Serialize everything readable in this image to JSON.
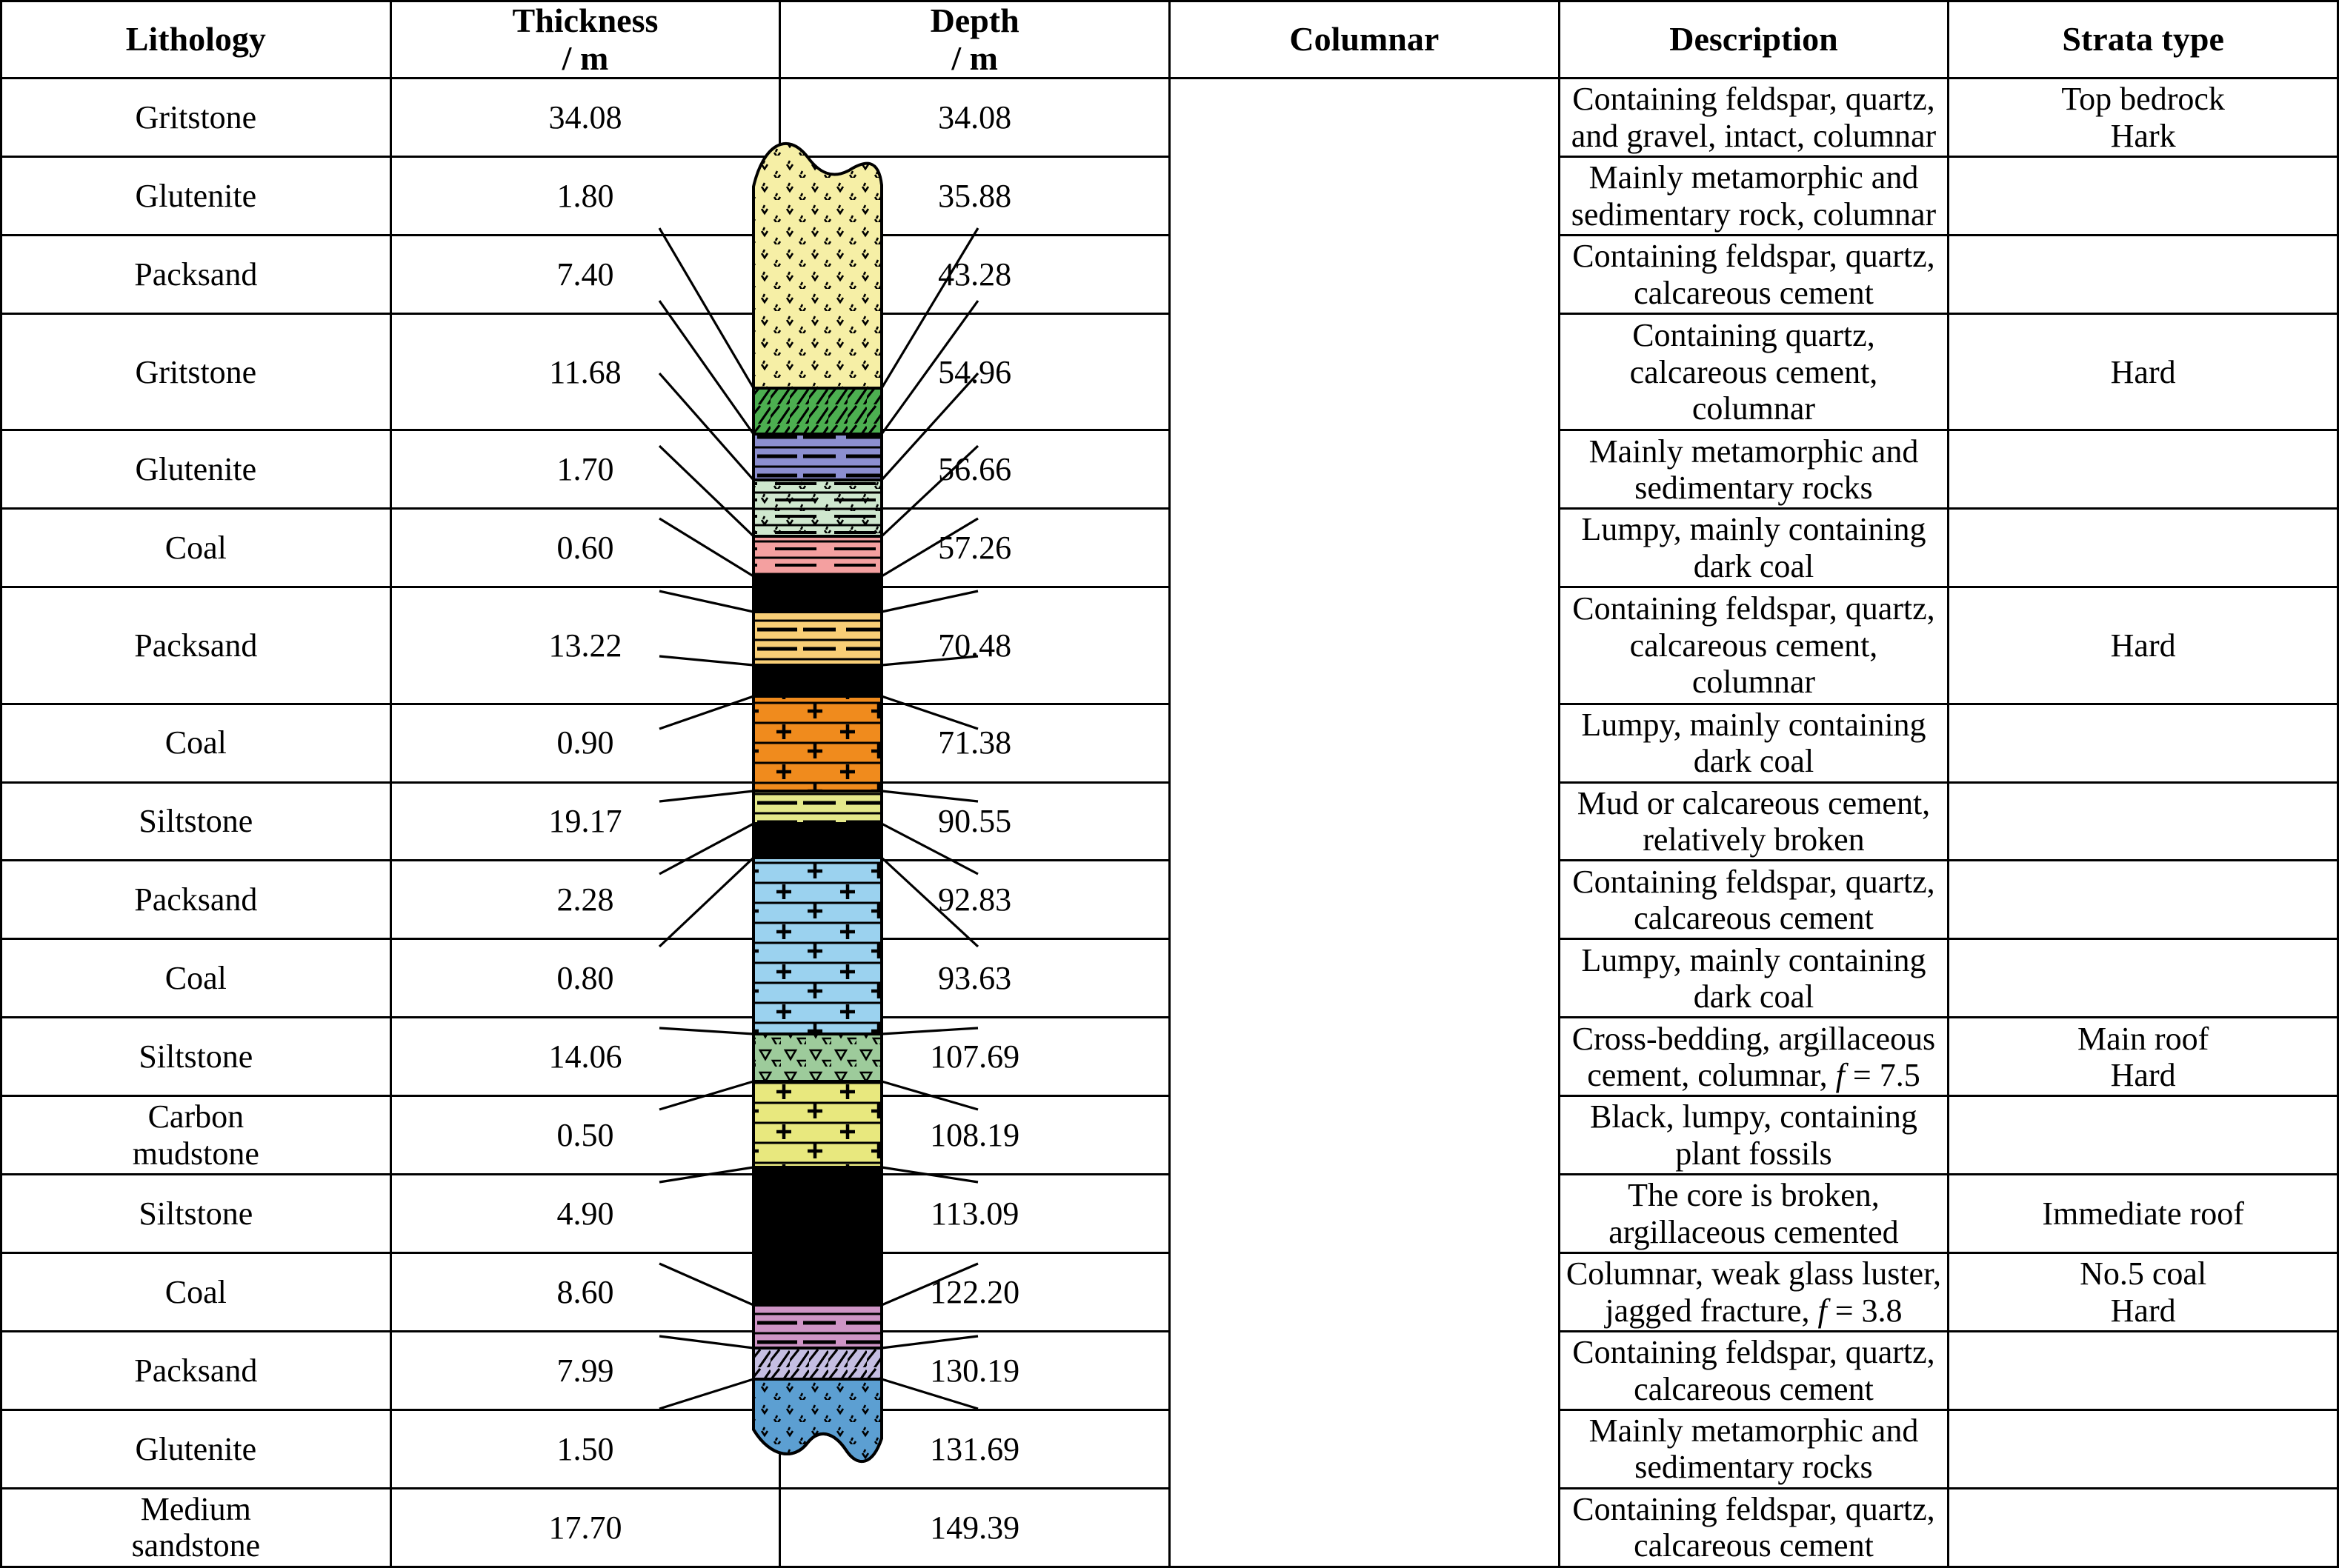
{
  "table": {
    "headers": [
      {
        "key": "lithology",
        "label": "Lithology"
      },
      {
        "key": "thickness",
        "label": "Thickness\n/ m",
        "line1": "Thickness",
        "line2": "/ m"
      },
      {
        "key": "depth",
        "label": "Depth\n/ m",
        "line1": "Depth",
        "line2": "/ m"
      },
      {
        "key": "columnar",
        "label": "Columnar"
      },
      {
        "key": "description",
        "label": "Description"
      },
      {
        "key": "strata",
        "label": "Strata type"
      }
    ],
    "rows": [
      {
        "lithology": "Gritstone",
        "thickness": "34.08",
        "depth": "34.08",
        "description": "Containing feldspar, quartz, and gravel, intact, columnar",
        "strata": "Top bedrock\nHark",
        "strata_l1": "Top bedrock",
        "strata_l2": "Hark"
      },
      {
        "lithology": "Glutenite",
        "thickness": "1.80",
        "depth": "35.88",
        "description": "Mainly metamorphic and sedimentary rock, columnar",
        "strata": ""
      },
      {
        "lithology": "Packsand",
        "thickness": "7.40",
        "depth": "43.28",
        "description": "Containing feldspar, quartz, calcareous cement",
        "strata": ""
      },
      {
        "lithology": "Gritstone",
        "thickness": "11.68",
        "depth": "54.96",
        "description": "Containing  quartz, calcareous cement, columnar",
        "strata": "Hard"
      },
      {
        "lithology": "Glutenite",
        "thickness": "1.70",
        "depth": "56.66",
        "description": "Mainly metamorphic and sedimentary rocks",
        "strata": ""
      },
      {
        "lithology": "Coal",
        "thickness": "0.60",
        "depth": "57.26",
        "description": "Lumpy, mainly containing dark coal",
        "strata": ""
      },
      {
        "lithology": "Packsand",
        "thickness": "13.22",
        "depth": "70.48",
        "description": "Containing feldspar, quartz, calcareous cement, columnar",
        "strata": "Hard"
      },
      {
        "lithology": "Coal",
        "thickness": "0.90",
        "depth": "71.38",
        "description": "Lumpy, mainly containing dark coal",
        "strata": ""
      },
      {
        "lithology": "Siltstone",
        "thickness": "19.17",
        "depth": "90.55",
        "description": "Mud or calcareous cement, relatively broken",
        "strata": ""
      },
      {
        "lithology": "Packsand",
        "thickness": "2.28",
        "depth": "92.83",
        "description": "Containing feldspar, quartz, calcareous cement",
        "strata": ""
      },
      {
        "lithology": "Coal",
        "thickness": "0.80",
        "depth": "93.63",
        "description": "Lumpy, mainly containing dark coal",
        "strata": ""
      },
      {
        "lithology": "Siltstone",
        "thickness": "14.06",
        "depth": "107.69",
        "description": "Cross-bedding, argillaceous cement, columnar, f = 7.5",
        "desc_pre": "Cross-bedding, argillaceous cement, columnar,",
        "desc_sym": "f",
        "desc_post": "= 7.5",
        "strata": "Main roof\nHard",
        "strata_l1": "Main roof",
        "strata_l2": "Hard"
      },
      {
        "lithology": "Carbon mudstone",
        "lith_l1": "Carbon",
        "lith_l2": "mudstone",
        "thickness": "0.50",
        "depth": "108.19",
        "description": "Black, lumpy, containing plant fossils",
        "strata": ""
      },
      {
        "lithology": "Siltstone",
        "thickness": "4.90",
        "depth": "113.09",
        "description": "The core is broken, argillaceous cemented",
        "strata": "Immediate roof"
      },
      {
        "lithology": "Coal",
        "thickness": "8.60",
        "depth": "122.20",
        "description": "Columnar, weak glass luster, jagged fracture,  f = 3.8",
        "desc_pre": "Columnar, weak glass luster, jagged fracture,",
        "desc_sym": "f",
        "desc_post": "= 3.8",
        "strata": "No.5 coal\nHard",
        "strata_l1": "No.5 coal",
        "strata_l2": "Hard"
      },
      {
        "lithology": "Packsand",
        "thickness": "7.99",
        "depth": "130.19",
        "description": "Containing feldspar, quartz, calcareous cement",
        "strata": ""
      },
      {
        "lithology": "Glutenite",
        "thickness": "1.50",
        "depth": "131.69",
        "description": "Mainly metamorphic and sedimentary rocks",
        "strata": ""
      },
      {
        "lithology": "Medium sandstone",
        "lith_l1": "Medium",
        "lith_l2": "sandstone",
        "thickness": "17.70",
        "depth": "149.39",
        "description": "Containing feldspar, quartz, calcareous cement",
        "strata": ""
      }
    ]
  },
  "chart_data": {
    "type": "table",
    "title": "Borehole stratigraphic column",
    "columns": [
      "Lithology",
      "Thickness / m",
      "Depth / m",
      "Columnar",
      "Description",
      "Strata type"
    ],
    "units": {
      "thickness": "m",
      "depth": "m"
    },
    "total_depth_m": 149.39,
    "layers": [
      {
        "index": 1,
        "lithology": "Gritstone",
        "thickness_m": 34.08,
        "depth_m": 34.08,
        "fill": "#F6EFA6",
        "pattern": "speckle",
        "strata": "Top bedrock Hark"
      },
      {
        "index": 2,
        "lithology": "Glutenite",
        "thickness_m": 1.8,
        "depth_m": 35.88,
        "fill": "#4CAF50",
        "pattern": "diagonal-hatch",
        "strata": ""
      },
      {
        "index": 3,
        "lithology": "Packsand",
        "thickness_m": 7.4,
        "depth_m": 43.28,
        "fill": "#8C8FD0",
        "pattern": "dashed-lines",
        "strata": ""
      },
      {
        "index": 4,
        "lithology": "Gritstone",
        "thickness_m": 11.68,
        "depth_m": 54.96,
        "fill": "#CFE7CE",
        "pattern": "speckle-lines",
        "strata": "Hard"
      },
      {
        "index": 5,
        "lithology": "Glutenite",
        "thickness_m": 1.7,
        "depth_m": 56.66,
        "fill": "#F4A0A0",
        "pattern": "lines",
        "strata": ""
      },
      {
        "index": 6,
        "lithology": "Coal",
        "thickness_m": 0.6,
        "depth_m": 57.26,
        "fill": "#000000",
        "pattern": "solid",
        "strata": ""
      },
      {
        "index": 7,
        "lithology": "Packsand",
        "thickness_m": 13.22,
        "depth_m": 70.48,
        "fill": "#F8CE76",
        "pattern": "dashed-lines",
        "strata": "Hard"
      },
      {
        "index": 8,
        "lithology": "Coal",
        "thickness_m": 0.9,
        "depth_m": 71.38,
        "fill": "#000000",
        "pattern": "solid",
        "strata": ""
      },
      {
        "index": 9,
        "lithology": "Siltstone",
        "thickness_m": 19.17,
        "depth_m": 90.55,
        "fill": "#F08B1D",
        "pattern": "plus-lines",
        "strata": ""
      },
      {
        "index": 10,
        "lithology": "Packsand",
        "thickness_m": 2.28,
        "depth_m": 92.83,
        "fill": "#E4E88A",
        "pattern": "dashed-lines",
        "strata": ""
      },
      {
        "index": 11,
        "lithology": "Coal",
        "thickness_m": 0.8,
        "depth_m": 93.63,
        "fill": "#000000",
        "pattern": "solid",
        "strata": ""
      },
      {
        "index": 12,
        "lithology": "Siltstone",
        "thickness_m": 14.06,
        "depth_m": 107.69,
        "fill": "#9BD2EF",
        "pattern": "plus-lines",
        "strata": "Main roof Hard"
      },
      {
        "index": 13,
        "lithology": "Carbon mudstone",
        "thickness_m": 0.5,
        "depth_m": 108.19,
        "fill": "#9DCB9B",
        "pattern": "triangles",
        "strata": ""
      },
      {
        "index": 14,
        "lithology": "Siltstone",
        "thickness_m": 4.9,
        "depth_m": 113.09,
        "fill": "#E8E87E",
        "pattern": "plus-lines",
        "strata": "Immediate roof"
      },
      {
        "index": 15,
        "lithology": "Coal",
        "thickness_m": 8.6,
        "depth_m": 122.2,
        "fill": "#000000",
        "pattern": "solid",
        "strata": "No.5 coal Hard"
      },
      {
        "index": 16,
        "lithology": "Packsand",
        "thickness_m": 7.99,
        "depth_m": 130.19,
        "fill": "#CE94C5",
        "pattern": "dashed-lines",
        "strata": ""
      },
      {
        "index": 17,
        "lithology": "Glutenite",
        "thickness_m": 1.5,
        "depth_m": 131.69,
        "fill": "#C5BEE2",
        "pattern": "diagonal-hatch",
        "strata": ""
      },
      {
        "index": 18,
        "lithology": "Medium sandstone",
        "thickness_m": 17.7,
        "depth_m": 149.39,
        "fill": "#5C9FD2",
        "pattern": "speckle",
        "strata": ""
      }
    ]
  },
  "colors": {
    "gritstone_upper": "#F6EFA6",
    "glutenite_green": "#4CAF50",
    "packsand_violet": "#8C8FD0",
    "gritstone_pale_green": "#CFE7CE",
    "glutenite_pink": "#F4A0A0",
    "coal_black": "#000000",
    "packsand_tan": "#F8CE76",
    "siltstone_orange": "#F08B1D",
    "packsand_olive": "#E4E88A",
    "siltstone_blue": "#9BD2EF",
    "carbon_mudstone_green": "#9DCB9B",
    "siltstone_yellow": "#E8E87E",
    "packsand_magenta": "#CE94C5",
    "glutenite_lilac": "#C5BEE2",
    "medium_sandstone_blue": "#5C9FD2",
    "border": "#000000",
    "background": "#FFFFFF"
  }
}
